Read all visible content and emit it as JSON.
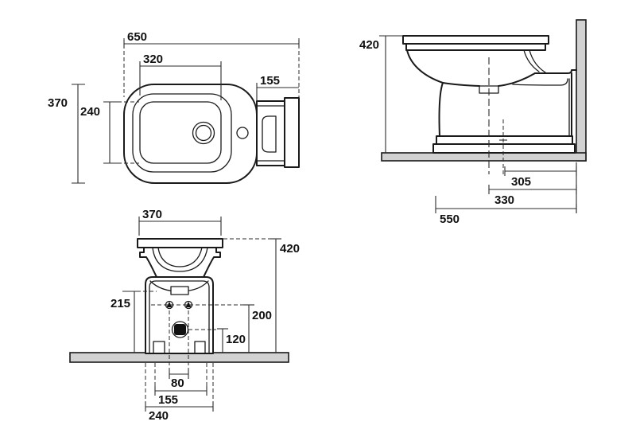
{
  "drawing": {
    "colors": {
      "line": "#1a1a1a",
      "dimension_line": "#2b2b2b",
      "surface_fill": "#d2d2d2",
      "background": "#ffffff",
      "drain_fill": "#111111"
    },
    "views": {
      "plan": {
        "dims": {
          "overall_length": "650",
          "bowl_length": "320",
          "rear_section_length": "155",
          "overall_width": "370",
          "bowl_width": "240"
        }
      },
      "side": {
        "dims": {
          "height": "420",
          "drain_to_wall": "305",
          "axis_to_wall": "330",
          "front_to_wall": "550"
        }
      },
      "back": {
        "dims": {
          "rim_width": "370",
          "height": "420",
          "back_panel_height": "215",
          "fixing_holes_height": "200",
          "drain_height": "120",
          "fixing_holes_spacing": "80",
          "floor_slots_spacing": "155",
          "base_width": "240"
        }
      }
    }
  }
}
